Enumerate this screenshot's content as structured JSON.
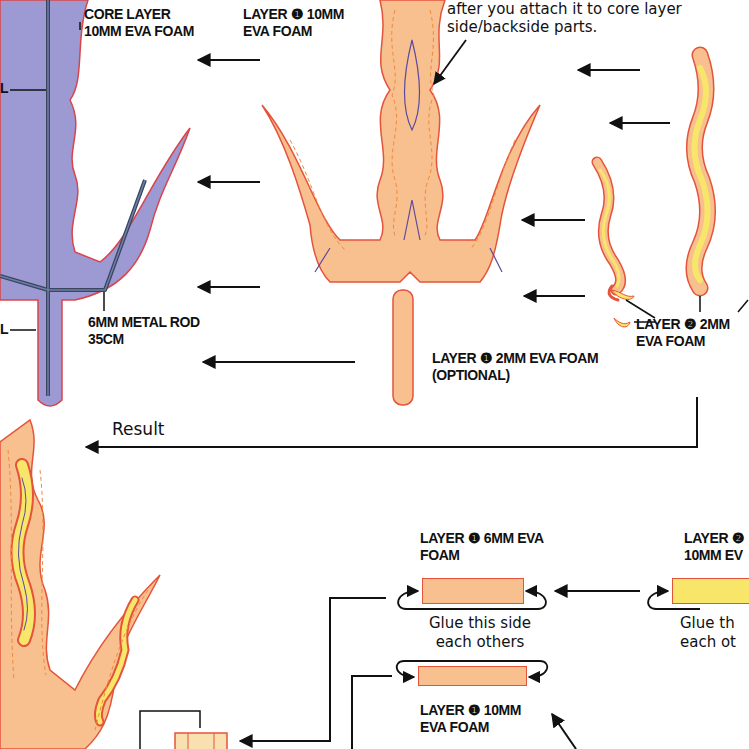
{
  "diagram": {
    "nodes": [
      {
        "text": [
          "LAYER ❶ 6MM EVA FOAM",
          "Glue this side each others"
        ]
      },
      {
        "text": [
          "LAYER ❷ 10MM EV",
          "Glue th each ot"
        ]
      },
      {
        "text": [
          "LAYER ❶ 10MM EVA FOAM"
        ]
      }
    ],
    "edges": [
      {
        "from": 1,
        "to": 0,
        "arrow": "to"
      }
    ],
    "labels": [
      "after you attach it to core layer side/backside parts.",
      "CORE LAYER 10MM EVA FOAM",
      "LAYER ❶ 10MM EVA FOAM",
      "6MM METAL ROD 35CM",
      "LAYER ❷ 2MM EVA FOAM",
      "LAYER ❶ 2MM EVA FOAM (OPTIONAL)",
      "Result",
      "L",
      "L"
    ]
  }
}
